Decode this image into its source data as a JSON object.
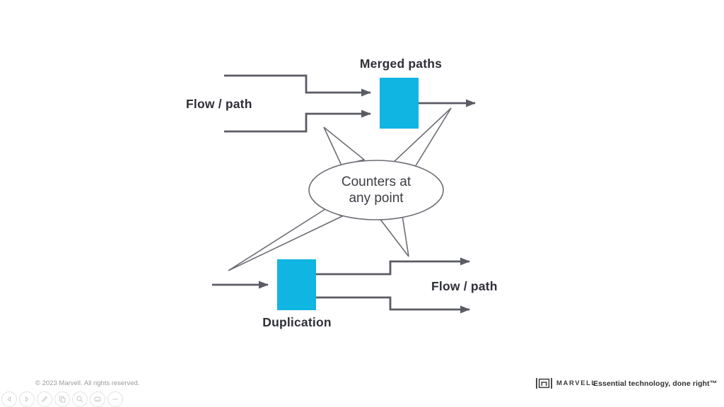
{
  "diagram": {
    "merged_node_label": "Merged paths",
    "flow_left_label": "Flow / path",
    "flow_right_label": "Flow / path",
    "duplication_label": "Duplication",
    "callout": {
      "line1": "Counters at",
      "line2": "any point"
    },
    "colors": {
      "accent_cyan": "#10b5e2",
      "line_gray": "#5a5b63",
      "callout_stroke": "#6c6c75",
      "label_text": "#2f3037"
    }
  },
  "footer": {
    "copyright": "© 2023 Marvell. All rights reserved.",
    "brand_name": "MARVELL",
    "tagline": "Essential technology, done right™"
  },
  "toolbar": {
    "buttons": [
      "previous-slide",
      "next-slide",
      "edit-pen",
      "copy-slides",
      "zoom-search",
      "screen-view",
      "more-options"
    ]
  }
}
